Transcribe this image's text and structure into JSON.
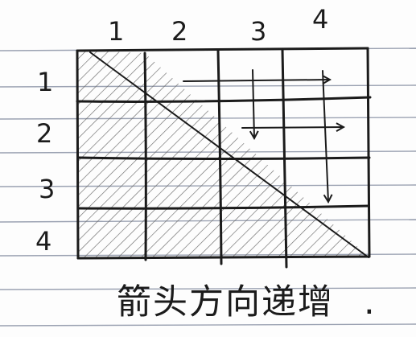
{
  "paper": {
    "background": "#fdfdfd",
    "rule_color": "#8b93a6",
    "ink_color": "#1b1b1b"
  },
  "grid": {
    "column_labels": [
      "1",
      "2",
      "3",
      "4"
    ],
    "row_labels": [
      "1",
      "2",
      "3",
      "4"
    ],
    "shading": "lower-triangle-including-diagonal"
  },
  "caption": {
    "text": "箭头方向递增",
    "trailing_mark": "."
  }
}
